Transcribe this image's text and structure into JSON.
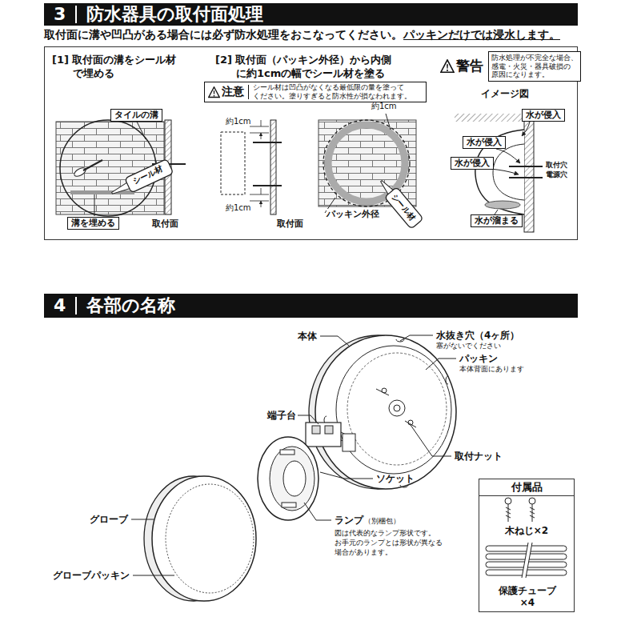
{
  "diagram": {
    "nodes": [
      {
        "text": [
          "3",
          "防水器具の取付面処理"
        ]
      },
      {
        "text": [
          "[1] 取付面の溝をシール材 で埋める",
          "[2] 取付面（パッキン外径）から内側 に約1cmの幅でシール材を塗る",
          "イメージ図"
        ]
      },
      {
        "text": [
          "タイルの溝"
        ],
        "in": 1
      },
      {
        "text": [
          "溝を埋める"
        ],
        "in": 1
      },
      {
        "text": [
          "注意",
          "シール材は凹凸がなくなる最低限の量を塗って ください。塗りすぎると防水性が損なわれます。"
        ],
        "in": 1
      },
      {
        "text": [
          "警告",
          "防水処理が不完全な場合、 感電・火災・器具破損の 原因になります。"
        ],
        "in": 1
      },
      {
        "text": [
          "水が侵入"
        ],
        "in": 1
      },
      {
        "text": [
          "水が侵入"
        ],
        "in": 1
      },
      {
        "text": [
          "水が侵入"
        ],
        "in": 1
      },
      {
        "text": [
          "水が溜まる"
        ],
        "in": 1
      },
      {
        "text": [
          "4",
          "各部の名称"
        ]
      },
      {
        "text": [
          "付属品",
          "木ねじ×2",
          "保護チューブ ×4"
        ]
      }
    ],
    "labels": [
      "取付面に溝や凹凸がある場合には必ず防水処理をおこなってください。",
      "パッキンだけでは浸水します。",
      "シール材",
      "取付面",
      "約1cm",
      "約1cm",
      "約1cm",
      "パッキン外径",
      "シール材",
      "取付面",
      "取付穴",
      "電源穴",
      "本体",
      "水抜き穴（4ヶ所）",
      "塞がないでください",
      "パッキン",
      "本体背面にあります",
      "端子台",
      "取付ナット",
      "ソケット",
      "ランプ",
      "（別梱包）",
      "図は代表的なランプ形状です。 お手元のランプとは形状が異なる 場合があります。",
      "グローブ",
      "グローブパッキン"
    ]
  }
}
